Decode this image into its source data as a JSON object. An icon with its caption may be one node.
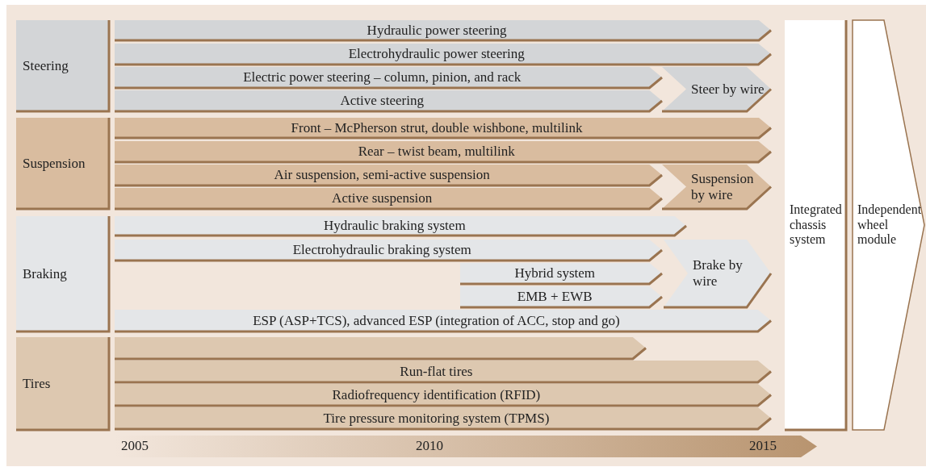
{
  "diagram": {
    "nodes": [
      {
        "text": [
          "Steering"
        ]
      },
      {
        "text": [
          "Hydraulic power steering"
        ]
      },
      {
        "text": [
          "Electrohydraulic power steering"
        ]
      },
      {
        "text": [
          "Electric power steering – column, pinion, and rack"
        ]
      },
      {
        "text": [
          "Steer by wire"
        ]
      },
      {
        "text": [
          "Active steering"
        ]
      },
      {
        "text": [
          "Suspension"
        ]
      },
      {
        "text": [
          "Front – McPherson strut, double wishbone, multilink"
        ]
      },
      {
        "text": [
          "Rear – twist beam, multilink"
        ]
      },
      {
        "text": [
          "Air suspension, semi-active suspension"
        ]
      },
      {
        "text": [
          "Suspension by wire"
        ]
      },
      {
        "text": [
          "Active suspension"
        ]
      },
      {
        "text": [
          "Braking"
        ]
      },
      {
        "text": [
          "Hydraulic braking system"
        ]
      },
      {
        "text": [
          "Electrohydraulic braking system"
        ]
      },
      {
        "text": [
          "Hybrid system"
        ]
      },
      {
        "text": [
          "Brake by wire"
        ]
      },
      {
        "text": [
          "EMB + EWB"
        ]
      },
      {
        "text": [
          "ESP (ASP+TCS), advanced ESP (integration of ACC, stop and go)"
        ]
      },
      {
        "text": [
          "Tires"
        ]
      },
      {
        "text": [],
        "shape": "bar"
      },
      {
        "text": [
          "Run-flat tires"
        ]
      },
      {
        "text": [
          "Radiofrequency identification (RFID)"
        ]
      },
      {
        "text": [
          "Tire pressure monitoring system (TPMS)"
        ]
      },
      {
        "text": [
          "Integrated chassis system"
        ]
      },
      {
        "text": [
          "Independent wheel module"
        ]
      }
    ],
    "edges": [],
    "labels": [
      "2005",
      "2010",
      "2015"
    ]
  }
}
